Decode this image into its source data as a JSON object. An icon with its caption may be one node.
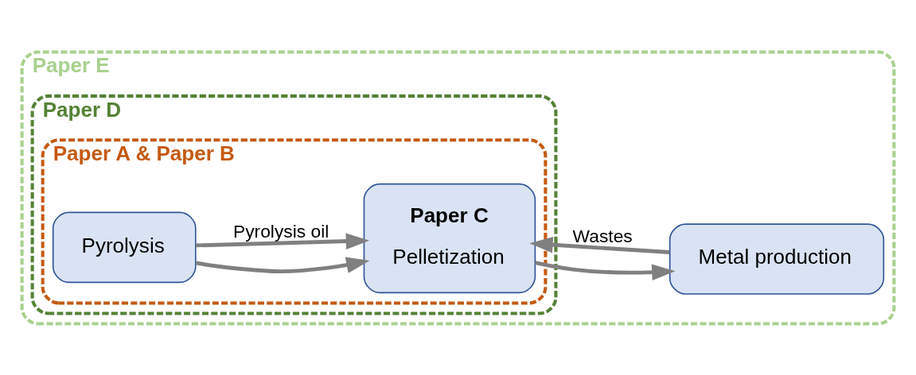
{
  "diagram": {
    "nodes": [
      {
        "text": [
          "Paper E"
        ]
      },
      {
        "text": [
          "Paper D"
        ],
        "in": 0
      },
      {
        "text": [
          "Paper A & Paper B"
        ],
        "in": 1
      },
      {
        "text": [
          "Pyrolysis"
        ],
        "in": 2
      },
      {
        "text": [
          "Paper C",
          "Pelletization"
        ],
        "in": 2
      },
      {
        "text": [
          "Metal production"
        ],
        "in": 0
      }
    ],
    "edges": [
      {
        "from": 3,
        "to": 4,
        "arrow": "to"
      },
      {
        "from": 4,
        "to": 5,
        "arrow": "to"
      },
      {
        "from": 3,
        "to": 4,
        "arrow": "to",
        "label": "Pyrolysis oil"
      },
      {
        "from": 5,
        "to": 4,
        "arrow": "to",
        "label": "Wastes"
      }
    ]
  }
}
